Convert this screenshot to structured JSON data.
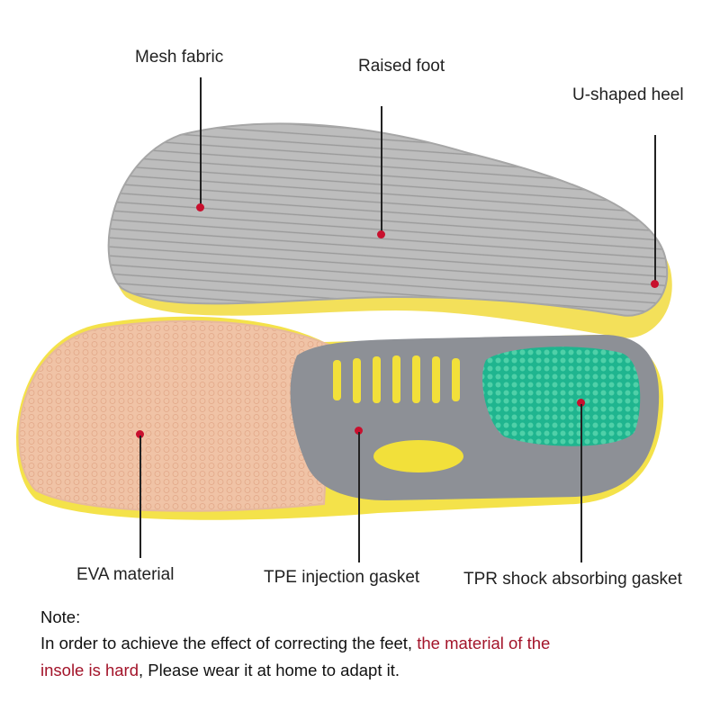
{
  "labels": {
    "mesh_fabric": "Mesh fabric",
    "raised_foot": "Raised foot",
    "u_shaped_heel": "U-shaped heel",
    "eva_material": "EVA material",
    "tpe_gasket": "TPE injection gasket",
    "tpr_gasket": "TPR shock absorbing gasket"
  },
  "note": {
    "title": "Note:",
    "line1_black": "In order to achieve the effect of correcting the feet, ",
    "line1_red": "the material of the",
    "line2_red": "insole is hard",
    "line2_black": ", Please wear it at home to adapt it."
  },
  "colors": {
    "marker": "#c8102e",
    "highlight_text": "#a3142a",
    "mesh_gray": "#b9b9b9",
    "eva_beige": "#f0c3a6",
    "tpe_yellow": "#f2e03a",
    "tpr_green": "#1fb58f",
    "heel_gray": "#8d9096"
  }
}
